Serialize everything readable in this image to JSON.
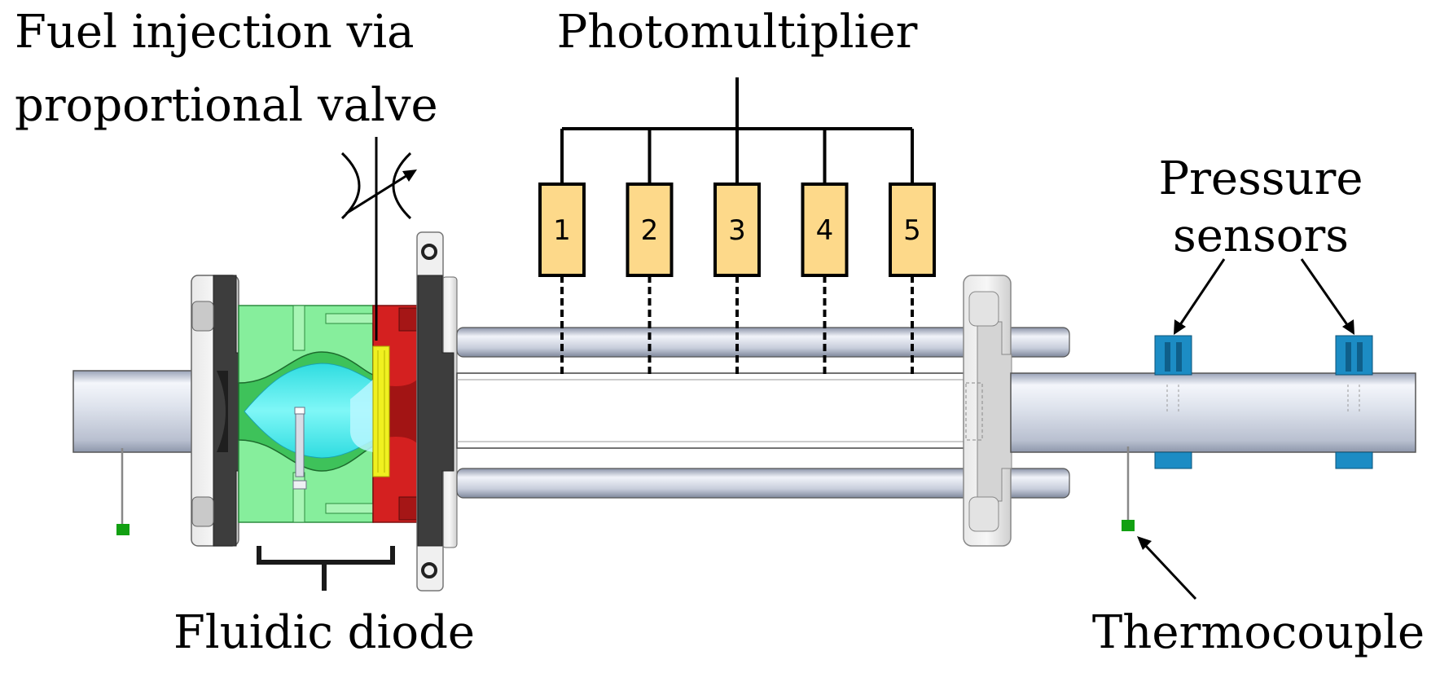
{
  "labels": {
    "fuel_line1": "Fuel injection via",
    "fuel_line2": "proportional valve",
    "photomultiplier": "Photomultiplier",
    "pressure_line1": "Pressure",
    "pressure_line2": "sensors",
    "fluidic_diode": "Fluidic diode",
    "thermocouple": "Thermocouple"
  },
  "photomultipliers": [
    "1",
    "2",
    "3",
    "4",
    "5"
  ],
  "colors": {
    "diode_body": "#86ee9c",
    "diode_channel": "#52f0f0",
    "flange_red": "#d42020",
    "insert_yellow": "#f0f020",
    "pmt_fill": "#fdd98a",
    "sensor_blue": "#1c8cc4",
    "thermocouple_green": "#12a012",
    "flange_dark": "#3d3d3d",
    "pipe_light": "#dfe4ee"
  }
}
